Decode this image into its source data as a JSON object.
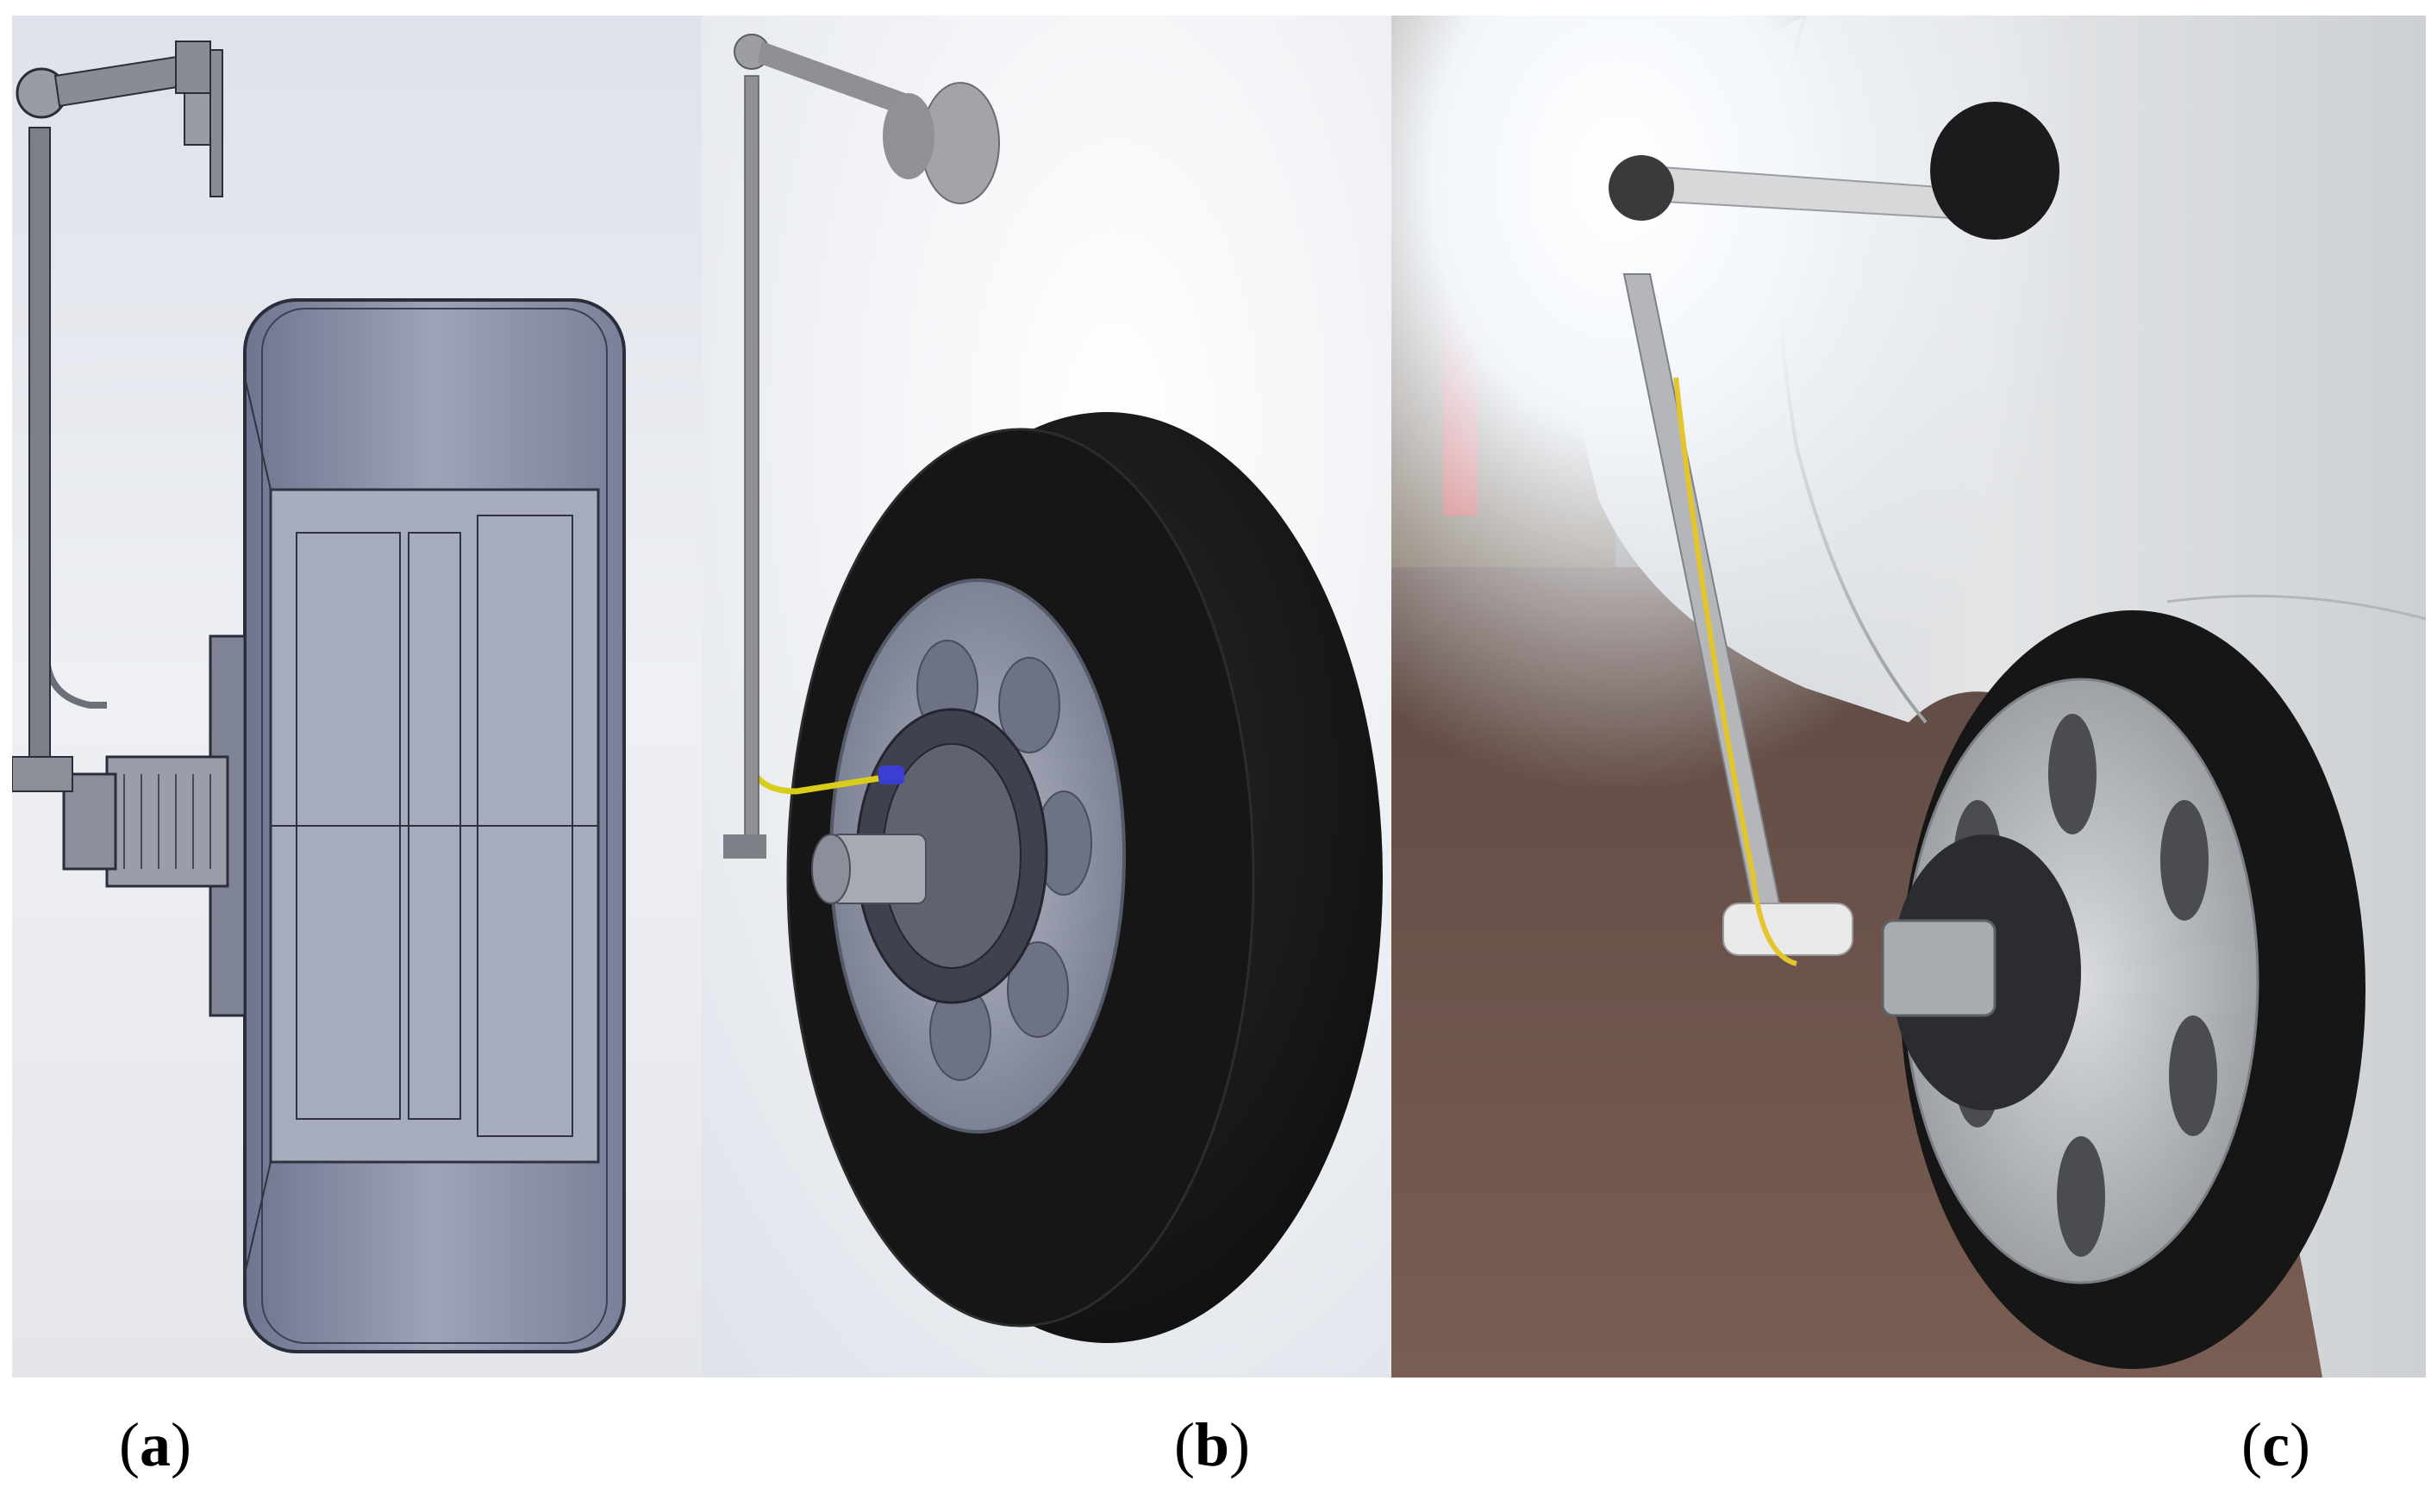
{
  "figure": {
    "panels": [
      {
        "id": "a",
        "letter": "a",
        "description_icon": "wheel-side-cad-icon"
      },
      {
        "id": "b",
        "letter": "b",
        "description_icon": "wheel-3d-render-icon"
      },
      {
        "id": "c",
        "letter": "c",
        "description_icon": "car-wheel-photo-icon"
      }
    ]
  },
  "colors": {
    "cad_background": "#e8eaf0",
    "tire_translucent": "#8d93aa",
    "tire_black": "#1c1c1c",
    "rim_gray": "#8e93a3",
    "rod_gray": "#8c8c8c",
    "cable_yellow": "#e2cf1a",
    "car_silver": "#d4d6d8",
    "floor_brown": "#6a5148"
  }
}
